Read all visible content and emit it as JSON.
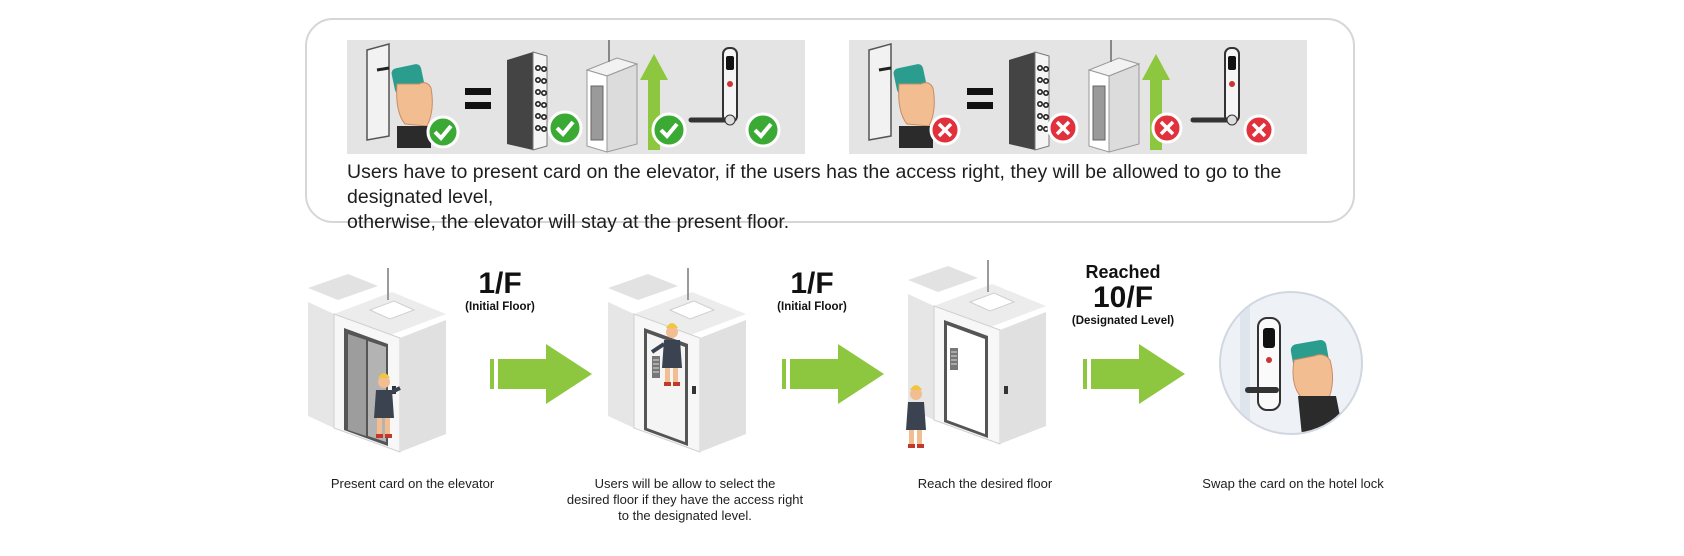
{
  "top_panel": {
    "caption_line1": "Users have to present card on the elevator, if the users has the access right, they will be allowed to go to the designated level,",
    "caption_line2": "otherwise,  the elevator will stay at the present floor.",
    "equals_symbol": "=",
    "icons": {
      "access_granted": [
        "card-reader-hand-icon",
        "keypad-icon",
        "elevator-up-icon",
        "hotel-lock-icon"
      ],
      "access_denied": [
        "card-reader-hand-icon",
        "keypad-icon",
        "elevator-up-icon",
        "hotel-lock-icon"
      ],
      "granted_badge": "check-circle-icon",
      "denied_badge": "x-circle-icon"
    }
  },
  "steps": [
    {
      "floor": {
        "reached": "",
        "number": "1/F",
        "note": "(Initial Floor)"
      },
      "caption": [
        "Present card on the elevator"
      ]
    },
    {
      "floor": {
        "reached": "",
        "number": "1/F",
        "note": "(Initial Floor)"
      },
      "caption": [
        "Users will be allow to select the",
        "desired floor if they have the access right",
        "to the designated level."
      ]
    },
    {
      "floor": {
        "reached": "Reached",
        "number": "10/F",
        "note": "(Designated Level)"
      },
      "caption": [
        "Reach the desired floor"
      ]
    },
    {
      "floor": null,
      "caption": [
        "Swap the card on the hotel lock"
      ]
    }
  ],
  "colors": {
    "arrow_green": "#8dc63f",
    "check_green": "#3aaa35",
    "cross_red": "#e0313c",
    "card_teal": "#2a9d8f",
    "panel_border": "#d6d6d6",
    "strip_bg": "#e4e4e4"
  }
}
